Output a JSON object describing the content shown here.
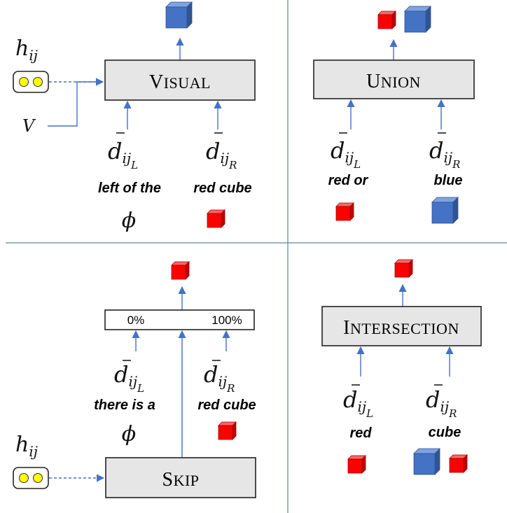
{
  "panels": {
    "visual": {
      "module_label_initial": "V",
      "module_label_rest": "ISUAL",
      "h_label": "h",
      "h_sub": "ij",
      "v_label": "V",
      "d_left": {
        "base": "d",
        "sub": "ij",
        "subsub": "L"
      },
      "d_right": {
        "base": "d",
        "sub": "ij",
        "subsub": "R"
      },
      "left_phrase": "left of the",
      "right_phrase": "red cube",
      "left_value": "ϕ"
    },
    "union": {
      "module_label_initial": "U",
      "module_label_rest": "NION",
      "d_left": {
        "base": "d",
        "sub": "ij",
        "subsub": "L"
      },
      "d_right": {
        "base": "d",
        "sub": "ij",
        "subsub": "R"
      },
      "left_phrase": "red or",
      "right_phrase": "blue"
    },
    "skip": {
      "module_label_initial": "S",
      "module_label_rest": "KIP",
      "h_label": "h",
      "h_sub": "ij",
      "gate_left_pct": "0%",
      "gate_right_pct": "100%",
      "d_left": {
        "base": "d",
        "sub": "ij",
        "subsub": "L"
      },
      "d_right": {
        "base": "d",
        "sub": "ij",
        "subsub": "R"
      },
      "left_phrase": "there is a",
      "right_phrase": "red cube",
      "left_value": "ϕ"
    },
    "intersection": {
      "module_label_initial": "I",
      "module_label_rest": "NTERSECTION",
      "d_left": {
        "base": "d",
        "sub": "ij",
        "subsub": "L"
      },
      "d_right": {
        "base": "d",
        "sub": "ij",
        "subsub": "R"
      },
      "left_phrase": "red",
      "right_phrase": "cube"
    }
  },
  "colors": {
    "red_cube": "#ff0000",
    "blue_cube": "#4472c4",
    "arrow": "#4472c4",
    "box_fill": "#e6e6e6",
    "token": "#ffff00"
  },
  "icons": [
    "red-cube-icon",
    "blue-cube-icon",
    "hidden-state-token-icon"
  ]
}
